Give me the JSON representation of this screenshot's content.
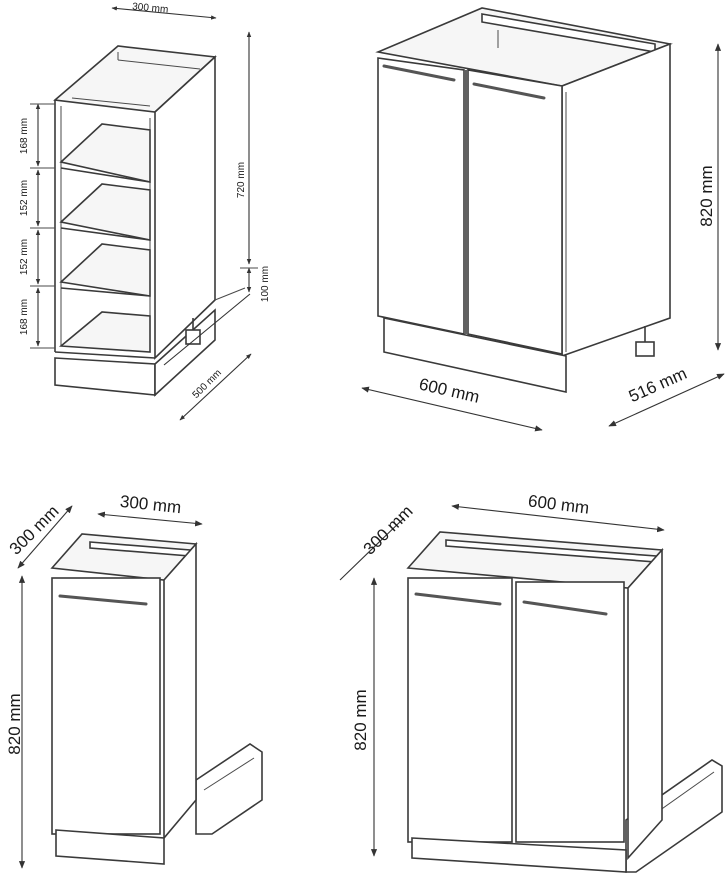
{
  "dimensions": {
    "shelf_width": "300 mm",
    "shelf_height": "720 mm",
    "shelf_plinth": "100 mm",
    "shelf_depth": "500 mm",
    "shelf_gap_1": "168 mm",
    "shelf_gap_2": "152 mm",
    "shelf_gap_3": "152 mm",
    "shelf_gap_4": "168 mm",
    "double_height": "820 mm",
    "double_width": "600 mm",
    "double_depth": "516 mm",
    "small_width": "300 mm",
    "small_depth": "300 mm",
    "small_height": "820 mm",
    "large_width": "600 mm",
    "large_depth": "300 mm",
    "large_height": "820 mm"
  },
  "colors": {
    "line": "#3a3a3a",
    "background": "#ffffff"
  }
}
